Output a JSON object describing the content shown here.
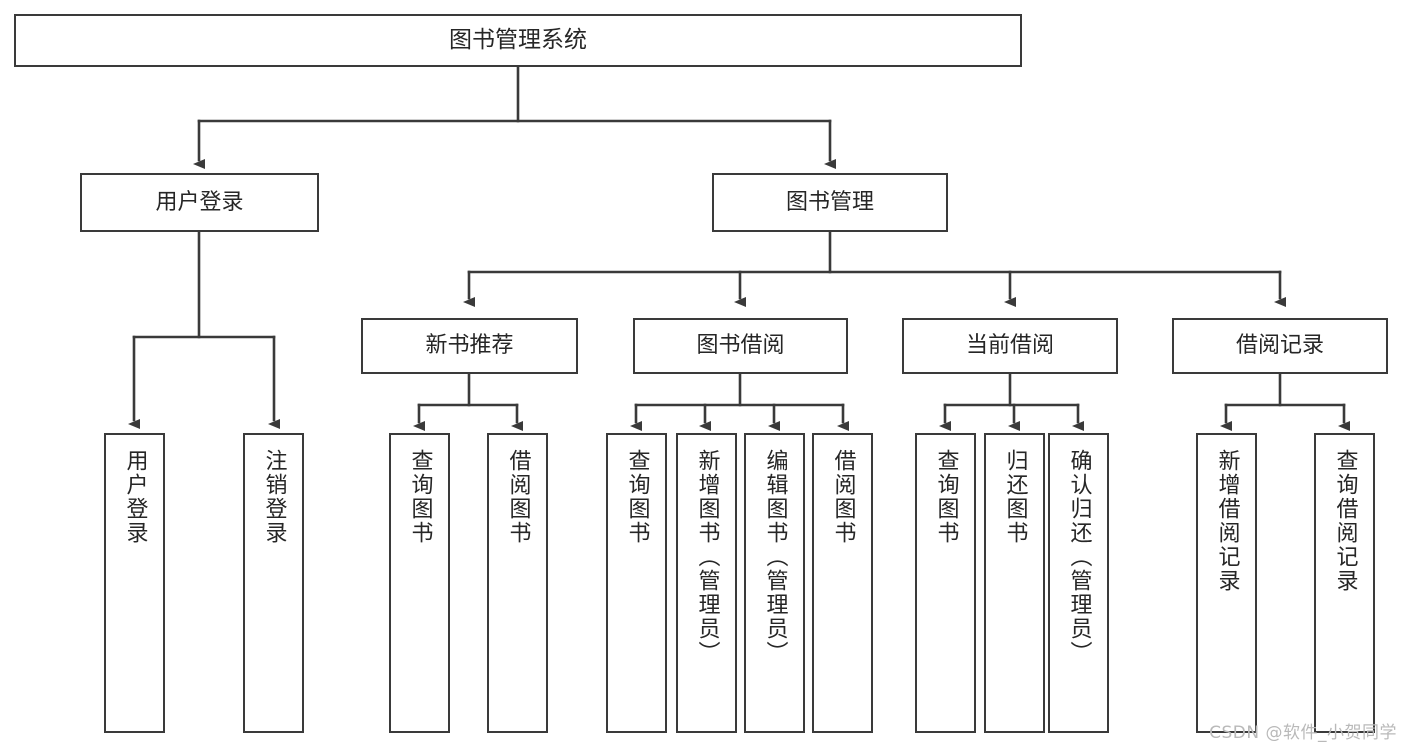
{
  "diagram": {
    "kind": "functional-structure-tree",
    "title": "图书管理系统",
    "watermark": "CSDN @软件_小贺同学",
    "colors": {
      "background": "#ffffff",
      "box_border": "#3a3a3a",
      "box_fill": "#ffffff",
      "connector": "#3a3a3a",
      "text": "#262626",
      "watermark": "#b9b9b9"
    },
    "nodes": {
      "root": {
        "label": "图书管理系统"
      },
      "level2": [
        {
          "label": "用户登录"
        },
        {
          "label": "图书管理"
        }
      ],
      "level3": [
        {
          "label": "新书推荐"
        },
        {
          "label": "图书借阅"
        },
        {
          "label": "当前借阅"
        },
        {
          "label": "借阅记录"
        }
      ],
      "leaves": {
        "user_login": [
          {
            "label": "用户登录"
          },
          {
            "label": "注销登录"
          }
        ],
        "new_book_recommend": [
          {
            "label": "查询图书"
          },
          {
            "label": "借阅图书"
          }
        ],
        "book_borrow": [
          {
            "label": "查询图书"
          },
          {
            "label": "新增图书（管理员）"
          },
          {
            "label": "编辑图书（管理员）"
          },
          {
            "label": "借阅图书"
          }
        ],
        "current_borrow": [
          {
            "label": "查询图书"
          },
          {
            "label": "归还图书"
          },
          {
            "label": "确认归还（管理员）"
          }
        ],
        "borrow_record": [
          {
            "label": "新增借阅记录"
          },
          {
            "label": "查询借阅记录"
          }
        ]
      }
    }
  }
}
